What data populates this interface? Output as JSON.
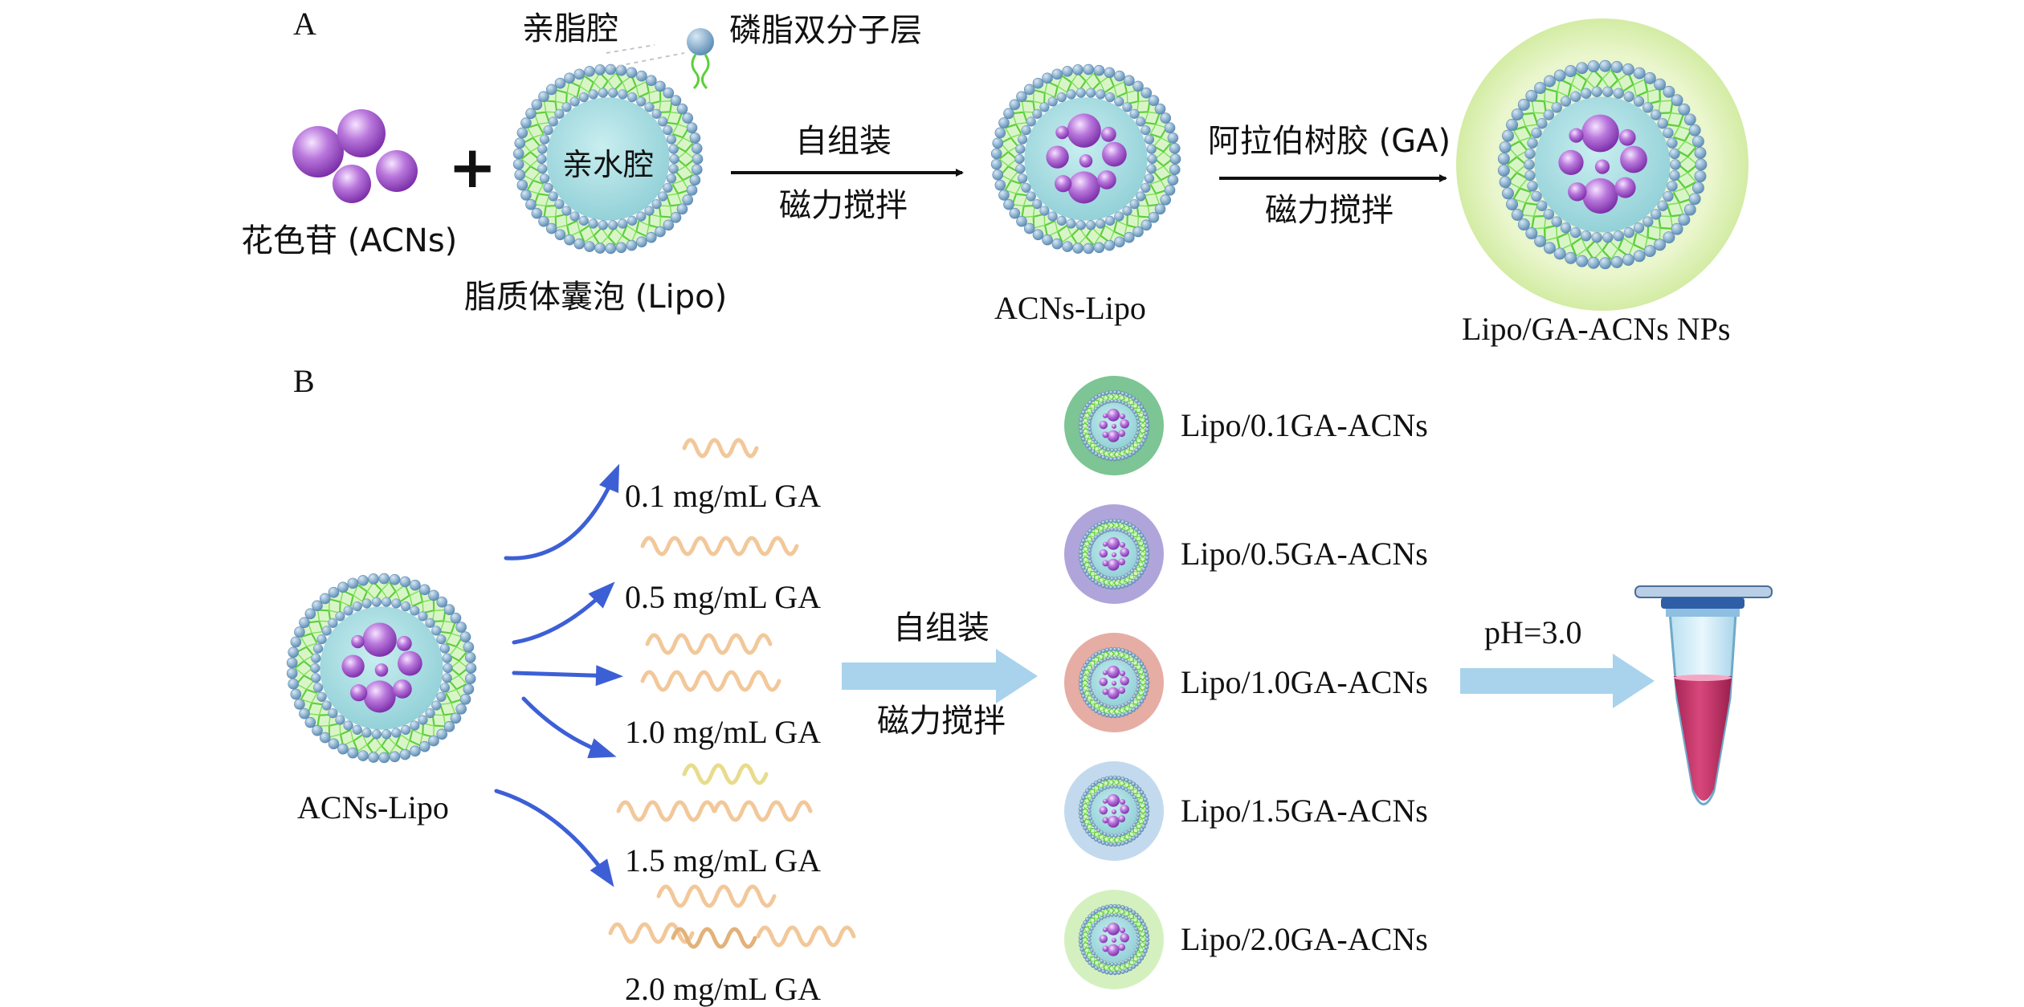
{
  "panel_a": {
    "label": "A",
    "lipophilic_cavity": "亲脂腔",
    "phospholipid_bilayer": "磷脂双分子层",
    "hydrophilic_cavity": "亲水腔",
    "anthocyanins": "花色苷 (ACNs)",
    "liposome_vesicle": "脂质体囊泡 (Lipo)",
    "plus_sign": "+",
    "step1_top": "自组装",
    "step1_bottom": "磁力搅拌",
    "acns_lipo": "ACNs-Lipo",
    "step2_top": "阿拉伯树胶 (GA)",
    "step2_bottom": "磁力搅拌",
    "final_product": "Lipo/GA-ACNs NPs"
  },
  "panel_b": {
    "label": "B",
    "acns_lipo": "ACNs-Lipo",
    "concentrations": [
      "0.1 mg/mL GA",
      "0.5 mg/mL GA",
      "1.0 mg/mL GA",
      "1.5 mg/mL GA",
      "2.0 mg/mL GA"
    ],
    "step_top": "自组装",
    "step_bottom": "磁力搅拌",
    "products": [
      "Lipo/0.1GA-ACNs",
      "Lipo/0.5GA-ACNs",
      "Lipo/1.0GA-ACNs",
      "Lipo/1.5GA-ACNs",
      "Lipo/2.0GA-ACNs"
    ],
    "ph_label": "pH=3.0"
  },
  "colors": {
    "shell_ga_0_1": "#6fbf88",
    "shell_ga_0_5": "#a79bd6",
    "shell_ga_1_0": "#e3a49a",
    "shell_ga_1_5": "#bcd6ec",
    "shell_ga_2_0": "#cfeeb8",
    "lipid_head": "#7aa3c4",
    "lipid_tail": "#5dcf3a",
    "core": "#a9dde0",
    "anthocyanin": "#9b4fc4",
    "ga_strand": "#f2c89a",
    "blue_arrow": "#3d5fd6",
    "light_arrow": "#a9d3ec",
    "solution": "#c93468"
  }
}
